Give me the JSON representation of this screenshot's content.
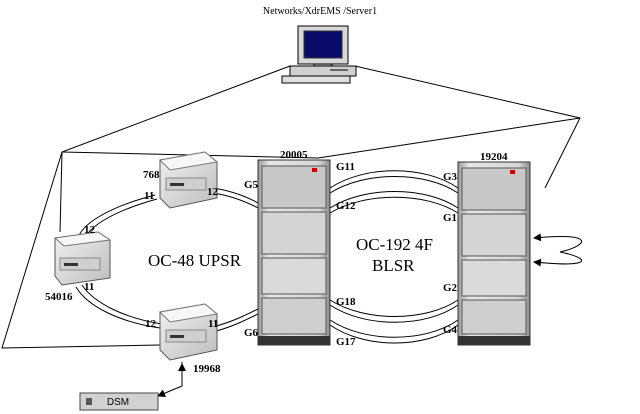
{
  "server": {
    "label": "Networks/XdrEMS /Server1"
  },
  "nodes": {
    "n768": "768",
    "n54016": "54016",
    "n19968": "19968",
    "n20005": "20005",
    "n19204": "19204"
  },
  "rings": {
    "upsr": "OC-48 UPSR",
    "blsr_line1": "OC-192 4F",
    "blsr_line2": "BLSR"
  },
  "ports": {
    "p768_11": "11",
    "p768_12": "12",
    "p54016_12": "12",
    "p54016_11": "11",
    "p19968_12": "12",
    "p19968_11": "11",
    "g5": "G5",
    "g6": "G6",
    "g11": "G11",
    "g12": "G12",
    "g18": "G18",
    "g17": "G17",
    "g3": "G3",
    "g1": "G1",
    "g2": "G2",
    "g4": "G4"
  },
  "dsm": {
    "label": "DSM"
  }
}
